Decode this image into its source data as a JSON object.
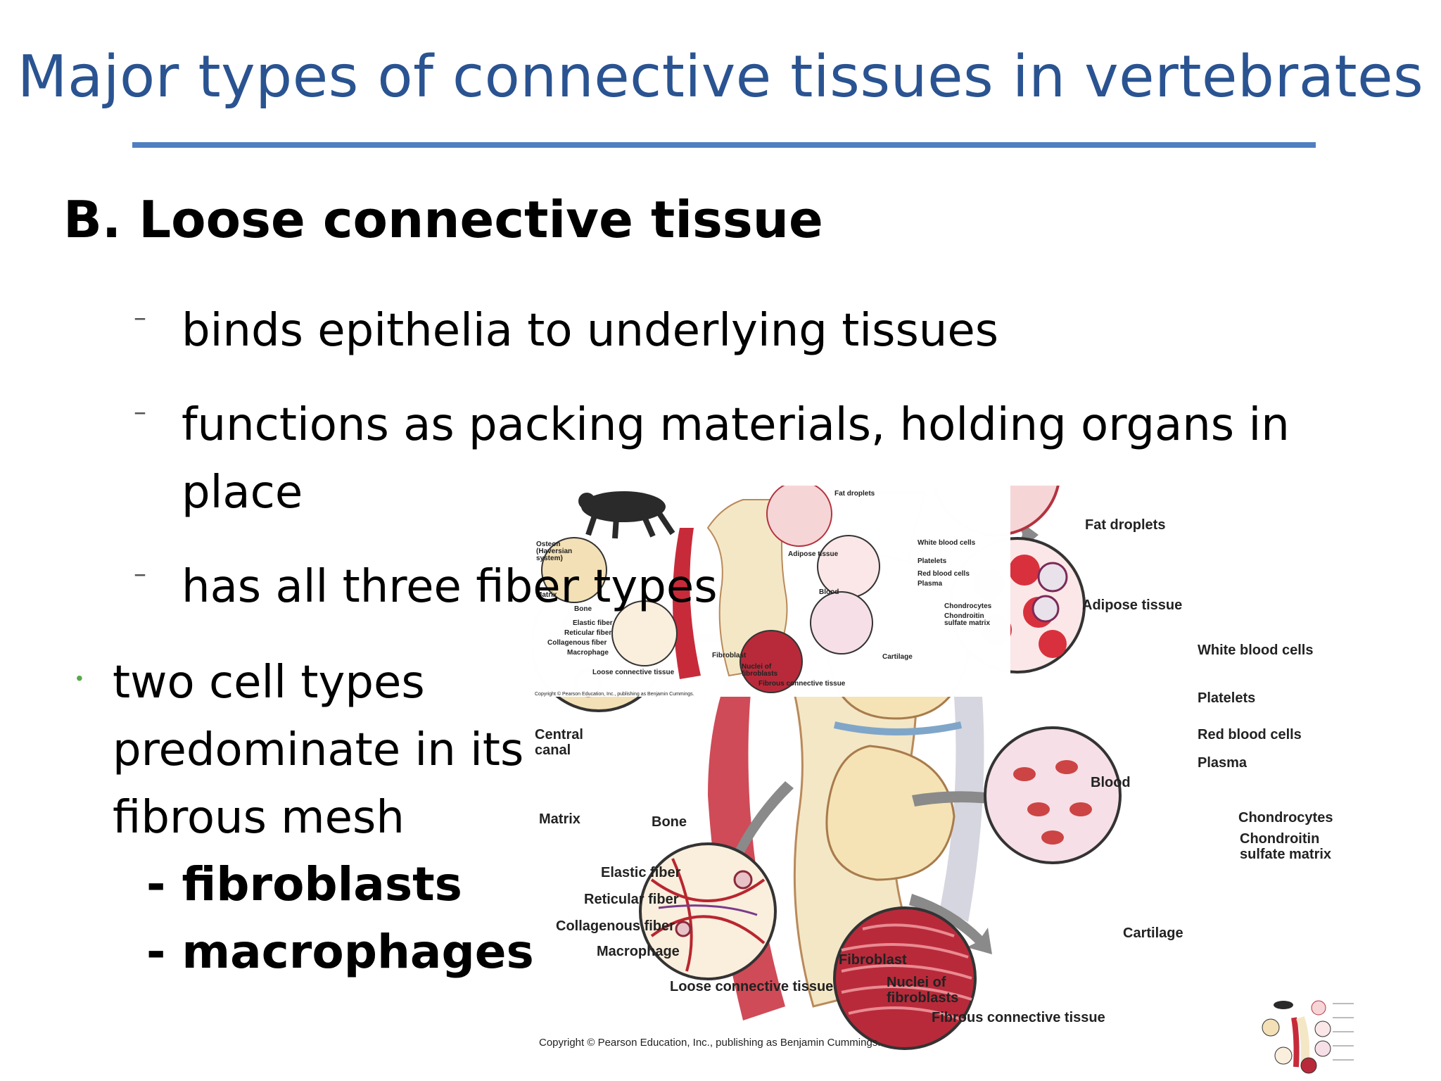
{
  "slide": {
    "title": "Major types of connective tissues in vertebrates",
    "heading": "B. Loose connective tissue",
    "sub_bullets": [
      "binds epithelia to underlying tissues",
      "functions as packing materials, holding organs in",
      "place",
      "has all three fiber types"
    ],
    "main_bullet_lines": [
      "two cell types",
      "predominate in its",
      "fibrous mesh"
    ],
    "cell_types": [
      "- fibroblasts",
      "- macrophages"
    ],
    "colors": {
      "title": "#2a5391",
      "rule": "#4f7fc1",
      "bullet": "#5aa84b"
    }
  },
  "figure": {
    "labels": {
      "fat_droplets": "Fat droplets",
      "adipose": "Adipose tissue",
      "wbc": "White blood cells",
      "platelets": "Platelets",
      "rbc": "Red blood cells",
      "plasma": "Plasma",
      "blood": "Blood",
      "chondrocytes": "Chondrocytes",
      "chondroitin1": "Chondroitin",
      "chondroitin2": "sulfate matrix",
      "cartilage": "Cartilage",
      "central1": "Central",
      "central2": "canal",
      "matrix": "Matrix",
      "bone": "Bone",
      "elastic": "Elastic fiber",
      "reticular": "Reticular fiber",
      "collagenous": "Collagenous fiber",
      "macrophage": "Macrophage",
      "fibroblast": "Fibroblast",
      "loose": "Loose connective tissue",
      "nuclei1": "Nuclei of",
      "nuclei2": "fibroblasts",
      "fibrous": "Fibrous connective tissue",
      "copyright": "Copyright © Pearson Education, Inc., publishing as Benjamin Cummings."
    },
    "inset_labels": {
      "osteon1": "Osteon",
      "osteon2": "(Haversian",
      "osteon3": "system)",
      "fat_droplets": "Fat droplets",
      "adipose": "Adipose tissue",
      "wbc": "White blood cells",
      "platelets": "Platelets",
      "rbc": "Red blood cells",
      "plasma": "Plasma",
      "blood": "Blood",
      "chondrocytes": "Chondrocytes",
      "chondroitin1": "Chondroitin",
      "chondroitin2": "sulfate matrix",
      "cartilage": "Cartilage",
      "matrix": "Matrix",
      "bone": "Bone",
      "elastic": "Elastic fiber",
      "reticular": "Reticular fiber",
      "collagenous": "Collagenous fiber",
      "macrophage": "Macrophage",
      "fibroblast": "Fibroblast",
      "loose": "Loose connective tissue",
      "nuclei1": "Nuclei of",
      "nuclei2": "fibroblasts",
      "fibrous": "Fibrous connective tissue",
      "copyright": "Copyright © Pearson Education, Inc., publishing as Benjamin Cummings."
    }
  }
}
